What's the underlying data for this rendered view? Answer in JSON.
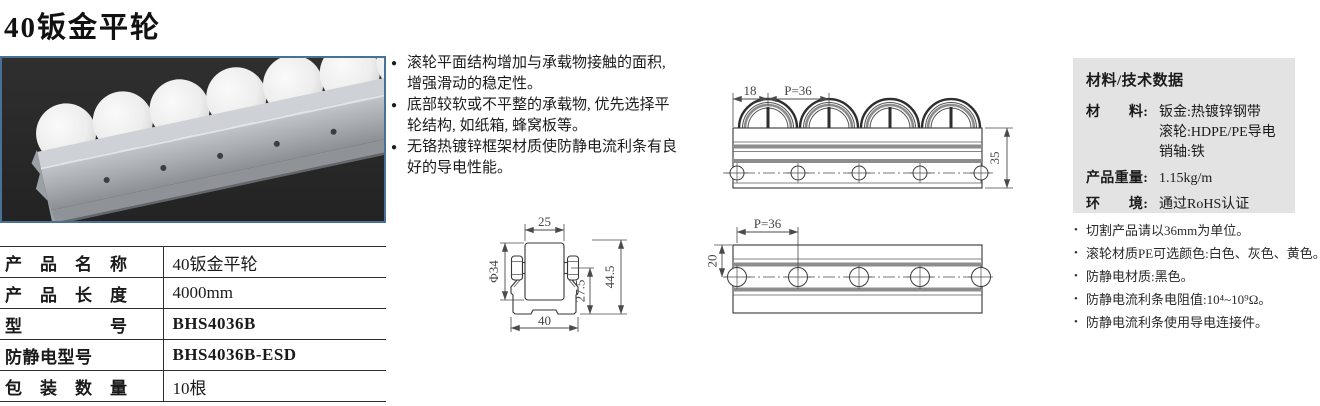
{
  "title": "40钣金平轮",
  "features": [
    "滚轮平面结构增加与承载物接触的面积, 增强滑动的稳定性。",
    "底部较软或不平整的承载物, 优先选择平轮结构, 如纸箱, 蜂窝板等。",
    "无铬热镀锌框架材质使防静电流利条有良好的导电性能。"
  ],
  "spec_table": {
    "rows": [
      {
        "label": "产　品　名　称",
        "value": "40钣金平轮"
      },
      {
        "label": "产　品　长　度",
        "value": "4000mm"
      },
      {
        "label": "型　　　　　号",
        "value": "BHS4036B"
      },
      {
        "label": "防静电型号",
        "value": "BHS4036B-ESD"
      },
      {
        "label": "包　装　数　量",
        "value": "10根"
      }
    ]
  },
  "tech_box": {
    "title": "材料/技术数据",
    "rows": [
      {
        "label": "材　　料:",
        "lines": [
          "钣金:热镀锌钢带",
          "滚轮:HDPE/PE导电",
          "销轴:铁"
        ]
      },
      {
        "label": "产品重量:",
        "lines": [
          "1.15kg/m"
        ]
      },
      {
        "label": "环　　境:",
        "lines": [
          "通过RoHS认证"
        ]
      }
    ]
  },
  "notes": [
    "切割产品请以36mm为单位。",
    "滚轮材质PE可选颜色:白色、灰色、黄色。",
    "防静电材质:黑色。",
    "防静电流利条电阻值:10⁴~10⁹Ω。",
    "防静电流利条使用导电连接件。"
  ],
  "drawings": {
    "cross_section": {
      "top_width": "25",
      "roller_dia": "Φ34",
      "pin_height": "27.5",
      "total_height": "44.5",
      "base_width": "40"
    },
    "elevation": {
      "edge_offset": "18",
      "pitch": "P=36",
      "rail_height": "35"
    },
    "plan": {
      "pitch": "P=36",
      "hole_offset": "20"
    }
  },
  "colors": {
    "photo_border": "#4a7096",
    "tech_box_bg": "#e3e3e3",
    "drawing_line": "#353535"
  }
}
